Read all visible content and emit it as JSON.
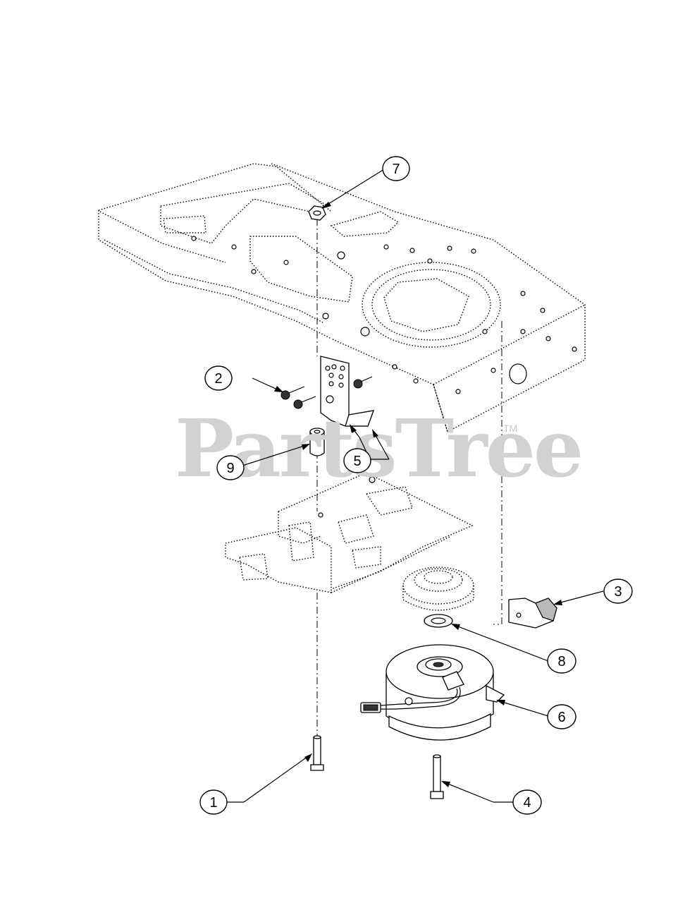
{
  "watermark": {
    "brand": "PartsTree",
    "trademark": "TM"
  },
  "callouts": [
    {
      "id": "1",
      "label": "1"
    },
    {
      "id": "2",
      "label": "2"
    },
    {
      "id": "3",
      "label": "3"
    },
    {
      "id": "4",
      "label": "4"
    },
    {
      "id": "5",
      "label": "5"
    },
    {
      "id": "6",
      "label": "6"
    },
    {
      "id": "7",
      "label": "7"
    },
    {
      "id": "8",
      "label": "8"
    },
    {
      "id": "9",
      "label": "9"
    }
  ],
  "colors": {
    "line": "#000000",
    "background": "#ffffff",
    "watermark": "#d2d2d2"
  }
}
